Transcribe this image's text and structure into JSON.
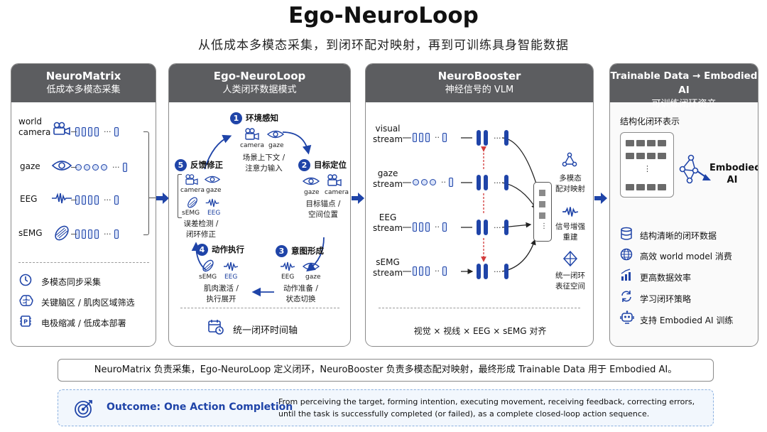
{
  "header": {
    "title": "Ego-NeuroLoop",
    "subtitle": "从低成本多模态采集，到闭环配对映射，再到可训练具身智能数据"
  },
  "panels": {
    "neuromatrix": {
      "title": "NeuroMatrix",
      "subtitle": "低成本多模态采集",
      "streams": [
        {
          "label": "world\ncamera",
          "icon": "video-camera-icon"
        },
        {
          "label": "gaze",
          "icon": "eye-icon"
        },
        {
          "label": "EEG",
          "icon": "waveform-icon"
        },
        {
          "label": "sEMG",
          "icon": "muscle-icon"
        }
      ],
      "features": [
        {
          "icon": "clock-icon",
          "text": "多模态同步采集"
        },
        {
          "icon": "brain-icon",
          "text": "关键脑区 / 肌肉区域筛选"
        },
        {
          "icon": "chip-icon",
          "text": "电极缩减 / 低成本部署"
        }
      ]
    },
    "egoneuroloop": {
      "title": "Ego-NeuroLoop",
      "subtitle": "人类闭环数据模式",
      "steps": [
        {
          "num": "1",
          "title": "环境感知",
          "icons": [
            "camera",
            "gaze"
          ],
          "desc": "场景上下文 /\n注意力输入"
        },
        {
          "num": "2",
          "title": "目标定位",
          "icons": [
            "gaze",
            "camera"
          ],
          "desc": "目标锚点 /\n空间位置"
        },
        {
          "num": "3",
          "title": "意图形成",
          "icons": [
            "EEG",
            "gaze"
          ],
          "desc": "动作准备 /\n状态切换"
        },
        {
          "num": "4",
          "title": "动作执行",
          "icons": [
            "sEMG",
            "EEG"
          ],
          "desc": "肌肉激活 /\n执行展开"
        },
        {
          "num": "5",
          "title": "反馈修正",
          "icons": [
            "camera",
            "gaze",
            "sEMG",
            "EEG"
          ],
          "desc": "误差检测 /\n闭环修正"
        }
      ],
      "footer": "统一闭环时间轴"
    },
    "neurobooster": {
      "title": "NeuroBooster",
      "subtitle": "神经信号的 VLM",
      "streams": [
        "visual\nstream",
        "gaze\nstream",
        "EEG\nstream",
        "sEMG\nstream"
      ],
      "outputs": [
        {
          "icon": "network-icon",
          "text": "多模态\n配对映射"
        },
        {
          "icon": "waveform-icon",
          "text": "信号增强\n重建"
        },
        {
          "icon": "cube-icon",
          "text": "统一闭环\n表征空间"
        }
      ],
      "footer": "视觉 × 视线 × EEG × sEMG 对齐"
    },
    "trainable": {
      "title": "Trainable Data → Embodied AI",
      "subtitle": "可训练闭环资产",
      "structured_label": "结构化闭环表示",
      "embodied_label": "Embodied\nAI",
      "features": [
        {
          "icon": "database-icon",
          "text": "结构清晰的闭环数据"
        },
        {
          "icon": "globe-icon",
          "text": "高效 world model 消费"
        },
        {
          "icon": "bar-chart-icon",
          "text": "更高数据效率"
        },
        {
          "icon": "refresh-icon",
          "text": "学习闭环策略"
        },
        {
          "icon": "robot-icon",
          "text": "支持 Embodied AI 训练"
        }
      ]
    }
  },
  "summary": "NeuroMatrix 负责采集，Ego-NeuroLoop 定义闭环，NeuroBooster 负责多模态配对映射，最终形成 Trainable Data  用于 Embodied AI。",
  "outcome": {
    "title": "Outcome: One Action Completion",
    "text": "From perceiving the target, forming intention, executing movement, receiving feedback, correcting errors, until the task is successfully completed (or failed), as a complete closed-loop action sequence."
  },
  "colors": {
    "accent": "#1f44a8",
    "header_bg": "#5c5d60",
    "red_dash": "#d23b3b"
  }
}
